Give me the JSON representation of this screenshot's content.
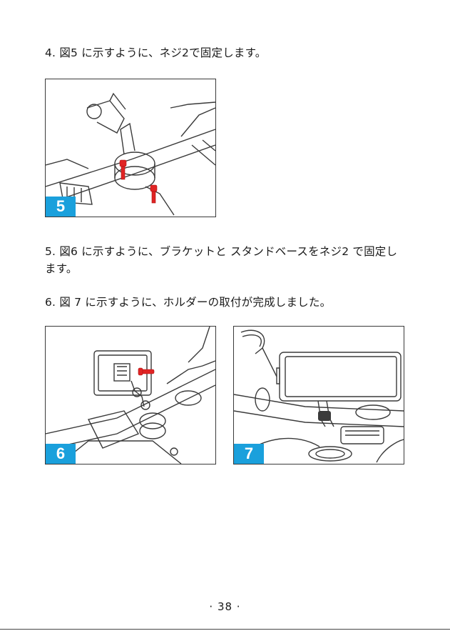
{
  "steps": [
    {
      "text": "4. 図5 に示すように、ネジ2で固定します。"
    },
    {
      "text": "5. 図6 に示すように、ブラケットと スタンドベースをネジ2 で固定します。"
    },
    {
      "text": "6. 図 7 に示すように、ホルダーの取付が完成しました。"
    }
  ],
  "figures": [
    {
      "label": "5",
      "icon": "handlebar-clamp-screws-illustration"
    },
    {
      "label": "6",
      "icon": "bracket-stand-base-illustration"
    },
    {
      "label": "7",
      "icon": "installed-holder-illustration"
    }
  ],
  "footer": {
    "page_number": "· 38 ·"
  },
  "colors": {
    "badge": "#1aa0dc",
    "screw": "#e02424",
    "line": "#3a3a3a"
  }
}
